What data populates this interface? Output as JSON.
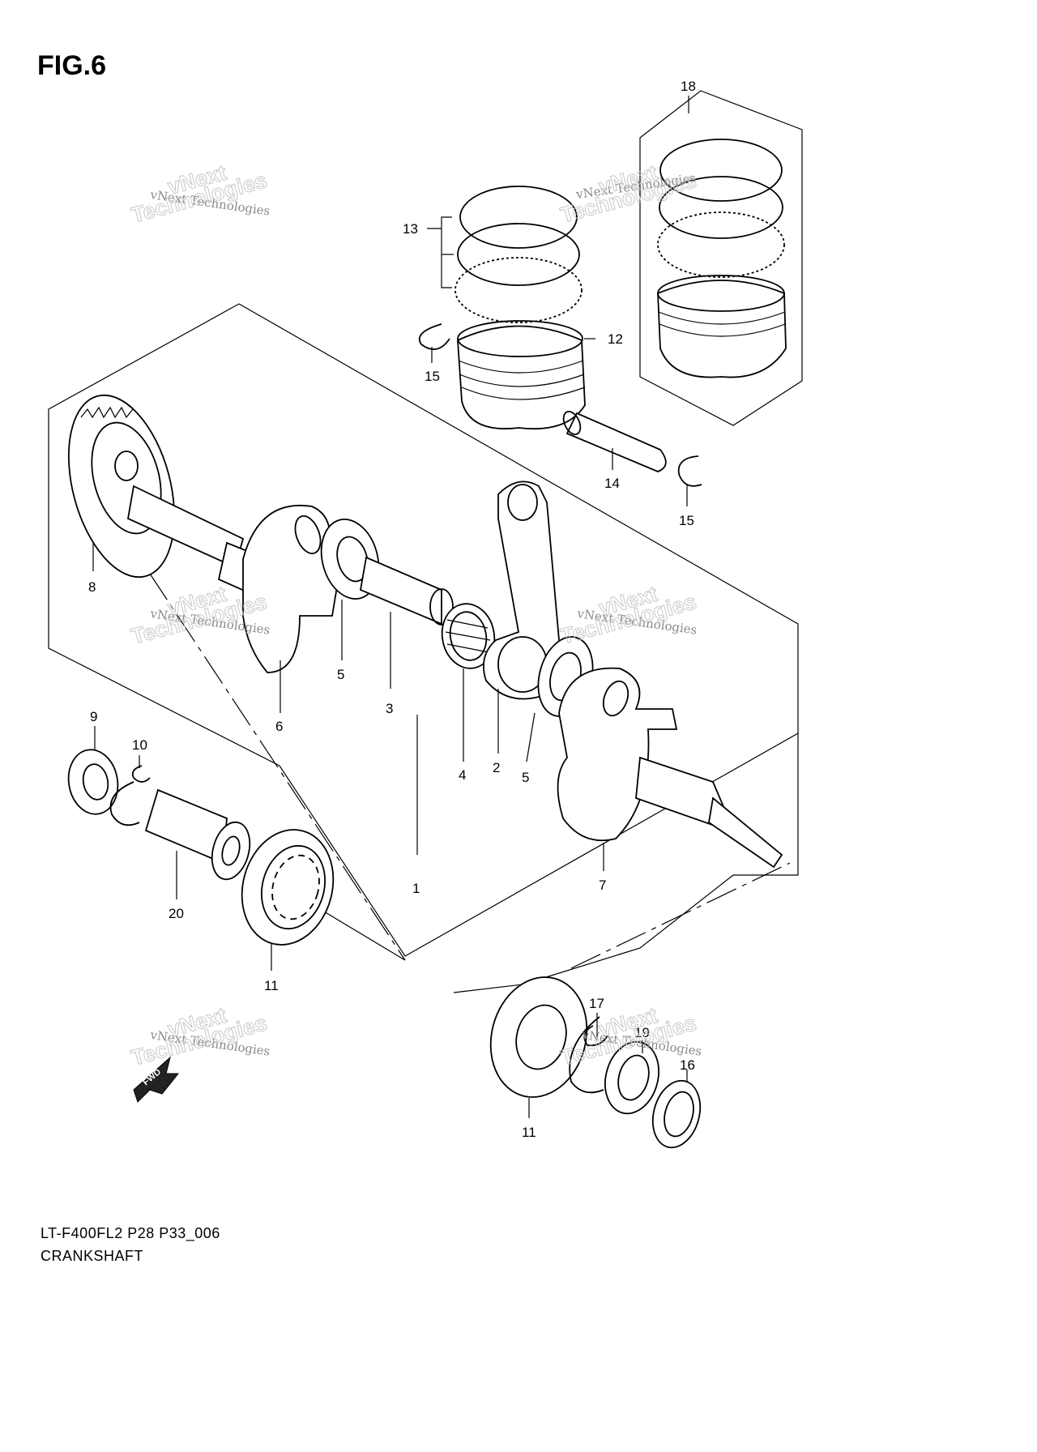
{
  "figure": {
    "title": "FIG.6",
    "model_code": "LT-F400FL2 P28 P33_006",
    "assembly_name": "CRANKSHAFT"
  },
  "watermark": {
    "line1": "vNext Technologies",
    "line2": "vNext",
    "line3": "Technologies"
  },
  "front_marker_label": "FWD",
  "callouts": [
    {
      "id": "c1",
      "label": "1"
    },
    {
      "id": "c2",
      "label": "2"
    },
    {
      "id": "c3",
      "label": "3"
    },
    {
      "id": "c4",
      "label": "4"
    },
    {
      "id": "c5a",
      "label": "5"
    },
    {
      "id": "c5b",
      "label": "5"
    },
    {
      "id": "c6",
      "label": "6"
    },
    {
      "id": "c7",
      "label": "7"
    },
    {
      "id": "c8",
      "label": "8"
    },
    {
      "id": "c9",
      "label": "9"
    },
    {
      "id": "c10",
      "label": "10"
    },
    {
      "id": "c11a",
      "label": "11"
    },
    {
      "id": "c11b",
      "label": "11"
    },
    {
      "id": "c12",
      "label": "12"
    },
    {
      "id": "c13",
      "label": "13"
    },
    {
      "id": "c14",
      "label": "14"
    },
    {
      "id": "c15a",
      "label": "15"
    },
    {
      "id": "c15b",
      "label": "15"
    },
    {
      "id": "c16",
      "label": "16"
    },
    {
      "id": "c17",
      "label": "17"
    },
    {
      "id": "c18",
      "label": "18"
    },
    {
      "id": "c19",
      "label": "19"
    },
    {
      "id": "c20",
      "label": "20"
    }
  ]
}
